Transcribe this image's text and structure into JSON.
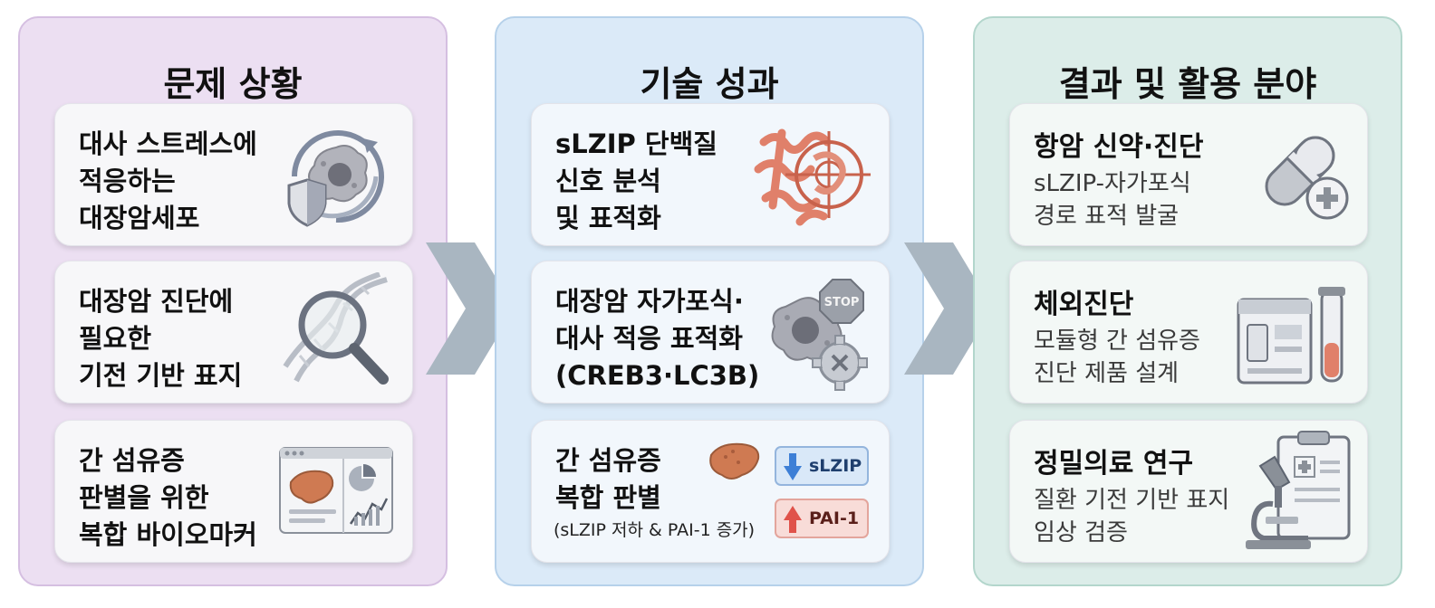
{
  "panels": [
    {
      "title": "문제 상황",
      "cards": [
        {
          "text": "대사 스트레스에\n적응하는\n대장암세포"
        },
        {
          "text": "대장암 진단에\n필요한\n기전 기반 표지"
        },
        {
          "text": "간 섬유증\n판별을 위한\n복합 바이오마커"
        }
      ]
    },
    {
      "title": "기술 성과",
      "cards": [
        {
          "text": "sLZIP 단백질\n신호 분석\n및 표적화"
        },
        {
          "text": "대장암 자가포식·\n대사 적응 표적화\n(CREB3·LC3B)"
        },
        {
          "text": "간 섬유증\n복합 판별",
          "note": "(sLZIP 저하 & PAI-1 증가)",
          "badge_down": "sLZIP",
          "badge_up": "PAI-1",
          "stop": "STOP"
        }
      ]
    },
    {
      "title": "결과 및 활용 분야",
      "cards": [
        {
          "title": "항암 신약·진단",
          "sub": "sLZIP-자가포식\n경로 표적 발굴"
        },
        {
          "title": "체외진단",
          "sub": "모듈형 간 섬유증\n진단 제품 설계"
        },
        {
          "title": "정밀의료 연구",
          "sub": "질환 기전 기반 표지\n임상 검증"
        }
      ]
    }
  ],
  "colors": {
    "panel1": "#ecdff2",
    "panel2": "#dbeaf8",
    "panel3": "#dcede9",
    "arrow": "#a9b6c1",
    "protein": "#e0806a",
    "down_badge": "#3d7fd6",
    "up_badge": "#e0524a"
  },
  "icons": [
    "cell-shield-cycle-icon",
    "dna-magnifier-icon",
    "liver-dashboard-icon",
    "protein-target-icon",
    "cell-stop-gear-icon",
    "liver-icon",
    "pill-capsule-icon",
    "test-kit-icon",
    "microscope-clipboard-icon"
  ]
}
